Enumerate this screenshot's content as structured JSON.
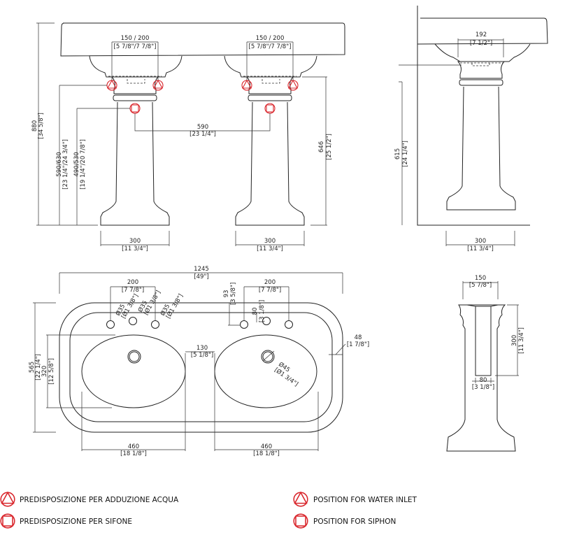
{
  "front_view": {
    "overall_height": "880",
    "overall_height_in": "[34 5/8\"]",
    "inlet_height": "590/630",
    "inlet_height_in": "[23 1/4\"/24 3/4\"]",
    "siphon_height": "490/530",
    "siphon_height_in": "[19 1/4\"/20 7/8\"]",
    "inlet_spacing_left": "150 / 200",
    "inlet_spacing_left_in": "[5 7/8\"/7 7/8\"]",
    "inlet_spacing_right": "150 / 200",
    "inlet_spacing_right_in": "[5 7/8\"/7 7/8\"]",
    "siphon_spacing": "590",
    "siphon_spacing_in": "[23 1/4\"]",
    "pedestal_height": "646",
    "pedestal_height_in": "[25 1/2\"]",
    "base_left": "300",
    "base_left_in": "[11 3/4\"]",
    "base_right": "300",
    "base_right_in": "[11 3/4\"]"
  },
  "side_view": {
    "neck_width": "192",
    "neck_width_in": "[7 1/2\"]",
    "pedestal_height": "615",
    "pedestal_height_in": "[24 1/4\"]",
    "base": "300",
    "base_in": "[11 3/4\"]"
  },
  "top_view": {
    "overall_width": "1245",
    "overall_width_in": "[49\"]",
    "depth": "565",
    "depth_in": "[22 1/4\"]",
    "bowl_depth": "320",
    "bowl_depth_in": "[12 5/8\"]",
    "tap_spacing_left": "200",
    "tap_spacing_left_in": "[7 7/8\"]",
    "tap_spacing_right": "200",
    "tap_spacing_right_in": "[7 7/8\"]",
    "tap_hole": "Ø35",
    "tap_hole_in": "[Ø1 3/8\"]",
    "tap_offset": "93",
    "tap_offset_in": "[3 5/8\"]",
    "tap_offset2": "80",
    "tap_offset2_in": "[3 1/8\"]",
    "bowl_gap": "130",
    "bowl_gap_in": "[5 1/8\"]",
    "rim": "48",
    "rim_in": "[1 7/8\"]",
    "drain": "Ø45",
    "drain_in": "[Ø1 3/4\"]",
    "bowl_left": "460",
    "bowl_left_in": "[18 1/8\"]",
    "bowl_right": "460",
    "bowl_right_in": "[18 1/8\"]"
  },
  "pedestal_section": {
    "top_width": "150",
    "top_width_in": "[5 7/8\"]",
    "opening_height": "300",
    "opening_height_in": "[11 3/4\"]",
    "opening_width": "80",
    "opening_width_in": "[3 1/8\"]"
  },
  "legend": {
    "water_inlet_it": "PREDISPOSIZIONE PER ADDUZIONE ACQUA",
    "siphon_it": "PREDISPOSIZIONE PER SIFONE",
    "water_inlet_en": "POSITION FOR WATER INLET",
    "siphon_en": "POSITION FOR SIPHON"
  },
  "colors": {
    "marker": "#d9262c",
    "line": "#222222"
  }
}
